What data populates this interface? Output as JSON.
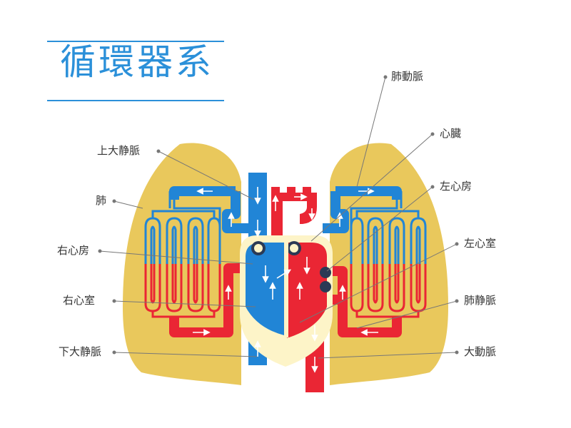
{
  "title": "循環器系",
  "colors": {
    "accent": "#2b90d9",
    "lung": "#e9c85c",
    "vein_blue": "#2185d6",
    "artery_red": "#ea2634",
    "heart_cream": "#fdf4c8",
    "leader": "#777777"
  },
  "labels": {
    "superior_vena_cava": "上大静脈",
    "lung": "肺",
    "right_atrium": "右心房",
    "right_ventricle": "右心室",
    "inferior_vena_cava": "下大静脈",
    "pulmonary_artery": "肺動脈",
    "heart": "心臓",
    "left_atrium": "左心房",
    "left_ventricle": "左心室",
    "pulmonary_vein": "肺静脈",
    "aorta": "大動脈"
  }
}
